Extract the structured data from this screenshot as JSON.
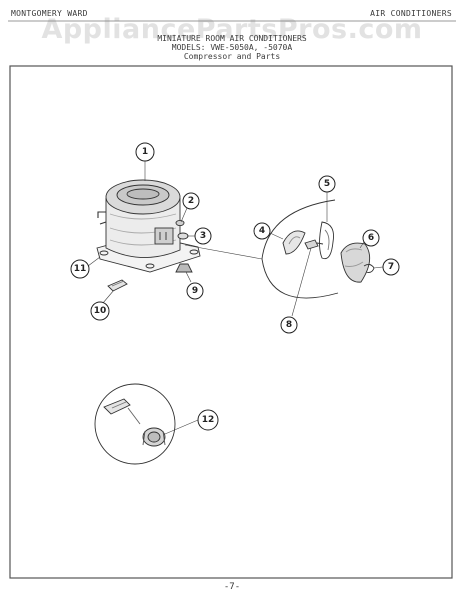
{
  "header": {
    "left": "MONTGOMERY WARD",
    "right": "AIR CONDITIONERS"
  },
  "watermark": "AppliancePartsPros.com",
  "title": {
    "line1": "MINIATURE ROOM AIR CONDITIONERS",
    "line2": "MODELS: VWE-5050A, -5070A",
    "line3": "Compressor and Parts"
  },
  "callouts": [
    "1",
    "2",
    "3",
    "4",
    "5",
    "6",
    "7",
    "8",
    "9",
    "10",
    "11",
    "12"
  ],
  "page_number": "-7-"
}
